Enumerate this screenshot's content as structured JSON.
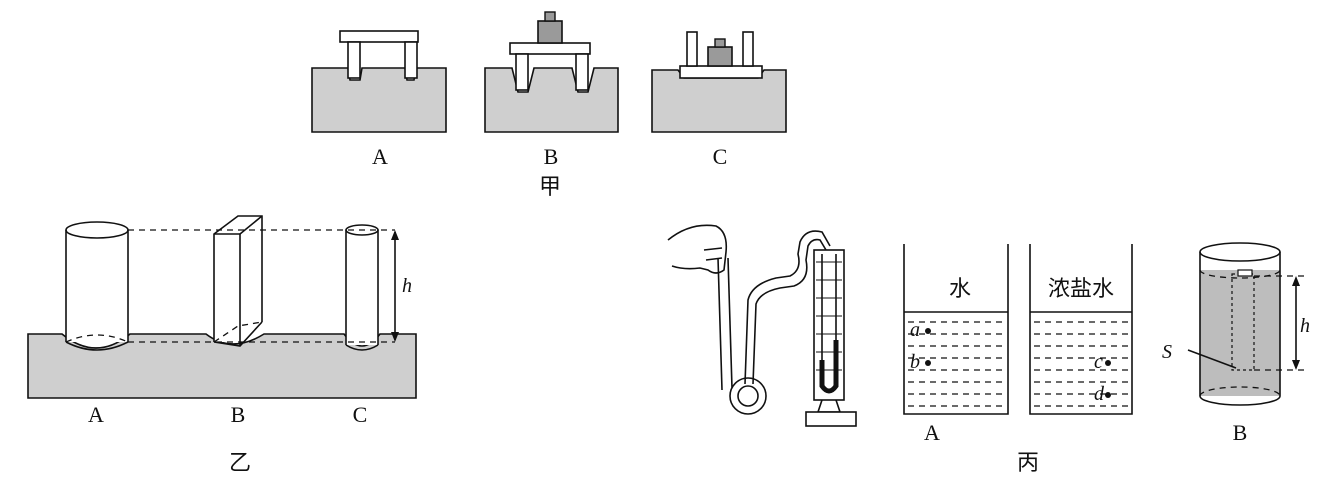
{
  "figure_jia": {
    "caption": "甲",
    "panels": [
      {
        "label": "A"
      },
      {
        "label": "B"
      },
      {
        "label": "C"
      }
    ]
  },
  "figure_yi": {
    "caption": "乙",
    "labels": [
      "A",
      "B",
      "C"
    ],
    "height_symbol": "h"
  },
  "figure_bing": {
    "caption": "丙",
    "beaker_a": {
      "label": "A",
      "left_liquid": "水",
      "right_liquid": "浓盐水",
      "points_left": [
        "a",
        "b"
      ],
      "points_right": [
        "c",
        "d"
      ]
    },
    "cylinder_b": {
      "label": "B",
      "height_symbol": "h",
      "area_symbol": "S"
    }
  }
}
